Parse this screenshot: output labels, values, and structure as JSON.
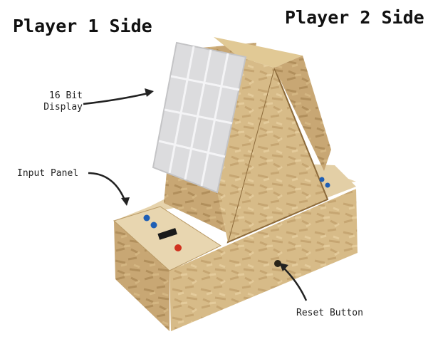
{
  "headings": {
    "player1": "Player 1 Side",
    "player2": "Player 2 Side"
  },
  "callouts": {
    "display_line1": "16 Bit",
    "display_line2": "Display",
    "input_panel": "Input Panel",
    "reset_button": "Reset Button"
  },
  "colors": {
    "wood": "#d9bf8e",
    "wood_dark": "#b8965f",
    "display": "#e4e4e6",
    "button_blue": "#1f5fb5",
    "button_red": "#d0321f"
  }
}
